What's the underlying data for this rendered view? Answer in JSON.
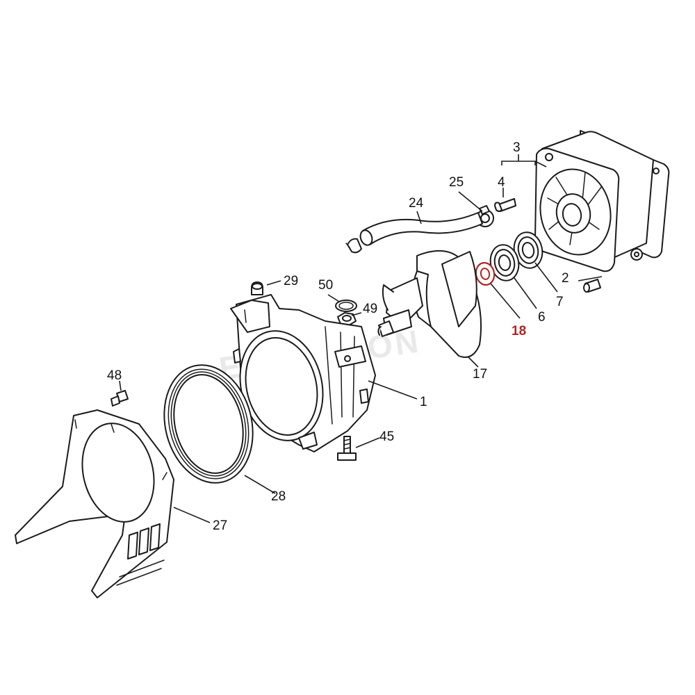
{
  "diagram": {
    "callouts": {
      "c1": "1",
      "c2": "2",
      "c3": "3",
      "c4": "4",
      "c6": "6",
      "c7": "7",
      "c17": "17",
      "c18": "18",
      "c24": "24",
      "c25": "25",
      "c27": "27",
      "c28": "28",
      "c29": "29",
      "c45": "45",
      "c48": "48",
      "c49": "49",
      "c50": "50"
    },
    "highlighted_part": "18",
    "highlight_color": "#b22222",
    "line_color": "#1a1a1a",
    "watermark": "ELEVATION"
  }
}
